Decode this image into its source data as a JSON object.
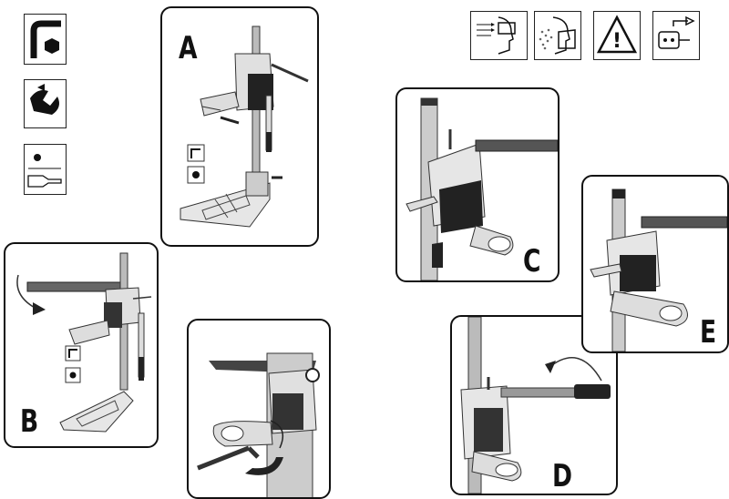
{
  "panels": {
    "a": {
      "label": "A"
    },
    "b": {
      "label": "B"
    },
    "c": {
      "label": "C"
    },
    "d": {
      "label": "D"
    },
    "e": {
      "label": "E"
    }
  },
  "tool_icons": [
    "hex-key-icon",
    "wrench-icon",
    "screwdriver-icon"
  ],
  "safety_icons": [
    "eye-protection-icon",
    "dust-mask-icon",
    "warning-triangle-icon",
    "unplug-icon"
  ],
  "warning_symbol": "!"
}
